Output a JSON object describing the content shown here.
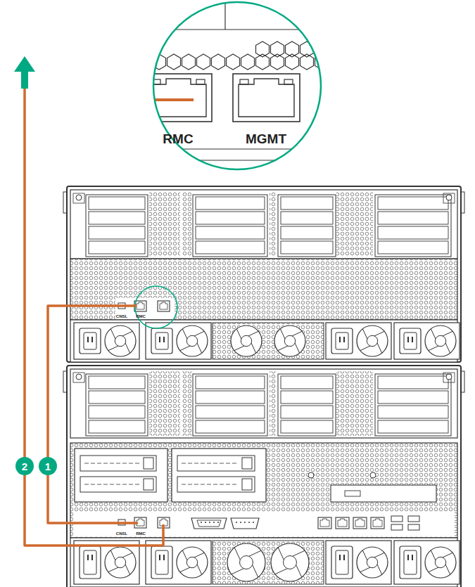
{
  "diagram": {
    "labels": [
      "RMC",
      "MGMT",
      "CNSL",
      "RMC",
      "2",
      "1",
      "CNSL",
      "RMC"
    ]
  }
}
